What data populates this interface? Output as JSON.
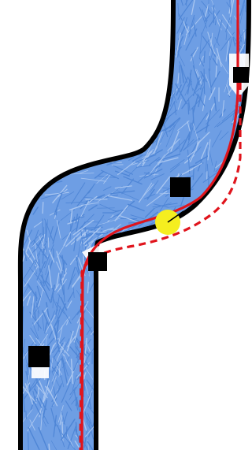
{
  "scene": {
    "colors": {
      "background": "#ffffff",
      "road_border": "#000000",
      "road_surface": "#6e9ee4",
      "streak": "#4f86d6",
      "streak_light": "#a9c6f0",
      "path_line": "#e0141c",
      "agent": "#f5ee1f",
      "obstacle": "#000000"
    },
    "path_styles": {
      "planned": "solid",
      "reference": "dashed"
    },
    "objects": {
      "agent": "circle",
      "obstacles": [
        "square",
        "square",
        "square",
        "square"
      ],
      "white_markers": [
        "marker",
        "marker",
        "marker"
      ]
    }
  }
}
